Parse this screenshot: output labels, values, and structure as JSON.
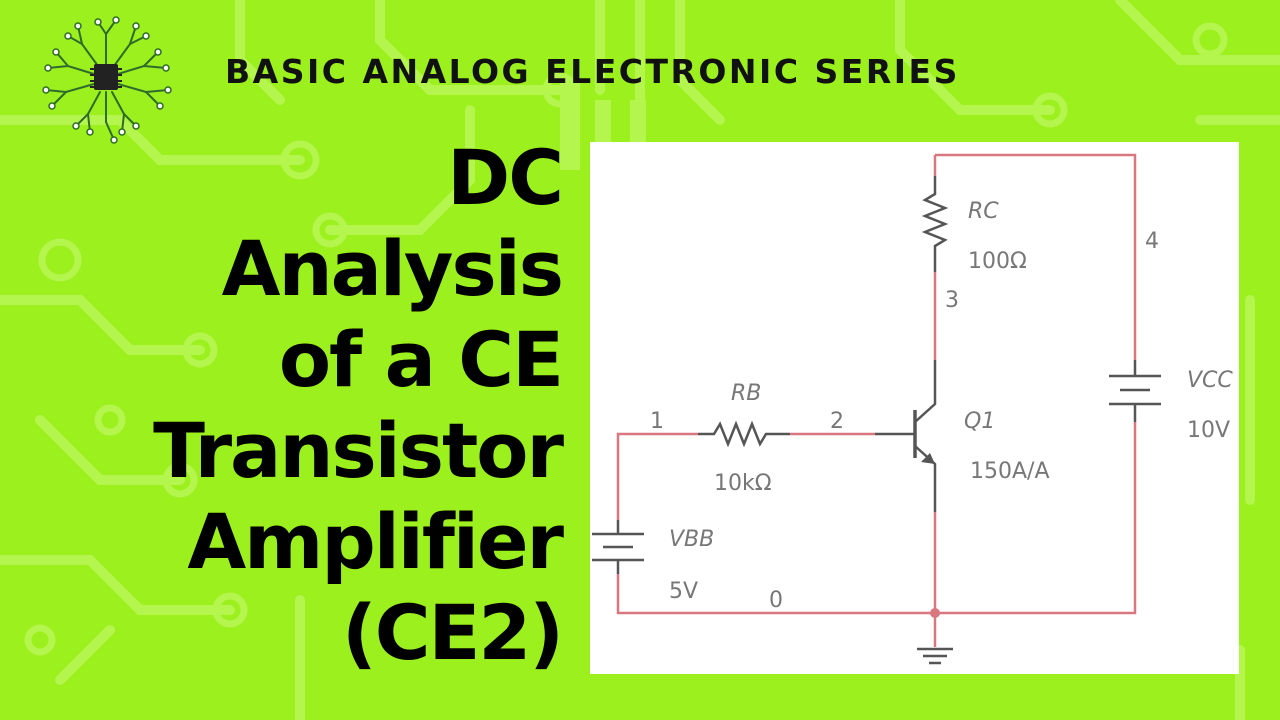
{
  "header": {
    "series": "BASIC ANALOG ELECTRONIC SERIES"
  },
  "title": {
    "lines": [
      "DC",
      "Analysis",
      "of a CE",
      "Transistor",
      "Amplifier",
      "(CE2)"
    ]
  },
  "circuit": {
    "components": {
      "rc": {
        "name": "RC",
        "value": "100Ω"
      },
      "rb": {
        "name": "RB",
        "value": "10kΩ"
      },
      "vcc": {
        "name": "VCC",
        "value": "10V"
      },
      "vbb": {
        "name": "VBB",
        "value": "5V"
      },
      "q1": {
        "name": "Q1",
        "value": "150A/A"
      }
    },
    "nodes": {
      "n0": "0",
      "n1": "1",
      "n2": "2",
      "n3": "3",
      "n4": "4"
    },
    "colors": {
      "wire": "#d9777f",
      "component": "#555555",
      "label": "#777777",
      "background": "#9cf01e"
    }
  }
}
